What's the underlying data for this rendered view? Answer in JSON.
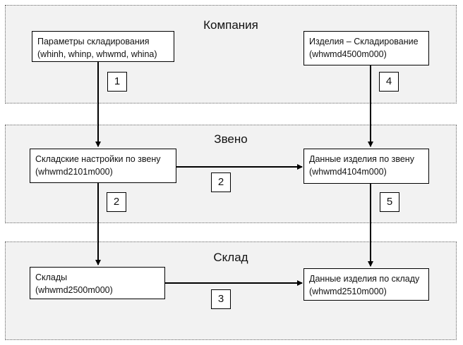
{
  "panels": {
    "company": {
      "title": "Компания"
    },
    "tier": {
      "title": "Звено"
    },
    "warehouse": {
      "title": "Склад"
    }
  },
  "boxes": {
    "storage_params": {
      "line1": "Параметры складирования",
      "line2": "(whinh, whinp, whwmd, whina)"
    },
    "item_storage": {
      "line1": "Изделия – Складирование",
      "line2": "(whwmd4500m000)"
    },
    "tier_settings": {
      "line1": "Складские настройки по звену",
      "line2": "(whwmd2101m000)"
    },
    "tier_item_data": {
      "line1": "Данные изделия по звену",
      "line2": "(whwmd4104m000)"
    },
    "warehouses": {
      "line1": "Склады",
      "line2": "(whwmd2500m000)"
    },
    "warehouse_item_data": {
      "line1": "Данные изделия по складу",
      "line2": "(whwmd2510m000)"
    }
  },
  "steps": {
    "s1": "1",
    "s2a": "2",
    "s2b": "2",
    "s3": "3",
    "s4": "4",
    "s5": "5"
  }
}
